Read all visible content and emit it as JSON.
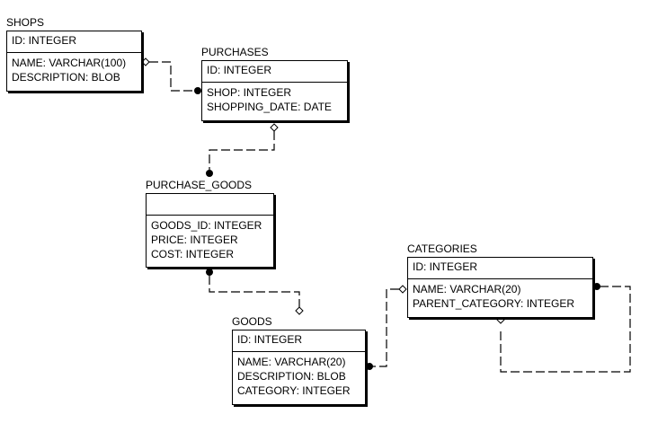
{
  "entities": {
    "shops": {
      "title": "SHOPS",
      "pk": [
        "ID: INTEGER"
      ],
      "attrs": [
        "NAME: VARCHAR(100)",
        "DESCRIPTION: BLOB"
      ]
    },
    "purchases": {
      "title": "PURCHASES",
      "pk": [
        "ID: INTEGER"
      ],
      "attrs": [
        "SHOP: INTEGER",
        "SHOPPING_DATE: DATE"
      ]
    },
    "purchase_goods": {
      "title": "PURCHASE_GOODS",
      "pk": [],
      "attrs": [
        "GOODS_ID: INTEGER",
        "PRICE: INTEGER",
        "COST: INTEGER"
      ]
    },
    "goods": {
      "title": "GOODS",
      "pk": [
        "ID: INTEGER"
      ],
      "attrs": [
        "NAME: VARCHAR(20)",
        "DESCRIPTION: BLOB",
        "CATEGORY: INTEGER"
      ]
    },
    "categories": {
      "title": "CATEGORIES",
      "pk": [
        "ID: INTEGER"
      ],
      "attrs": [
        "NAME: VARCHAR(20)",
        "PARENT_CATEGORY: INTEGER"
      ]
    }
  },
  "relationships": [
    {
      "from": "shops",
      "to": "purchases",
      "from_end": "diamond",
      "to_end": "dot"
    },
    {
      "from": "purchases",
      "to": "purchase_goods",
      "from_end": "diamond",
      "to_end": "dot"
    },
    {
      "from": "purchase_goods",
      "to": "goods",
      "from_end": "dot",
      "to_end": "diamond"
    },
    {
      "from": "categories",
      "to": "goods",
      "from_end": "diamond",
      "to_end": "dot"
    },
    {
      "from": "categories",
      "to": "categories",
      "from_end": "diamond",
      "to_end": "dot"
    }
  ]
}
